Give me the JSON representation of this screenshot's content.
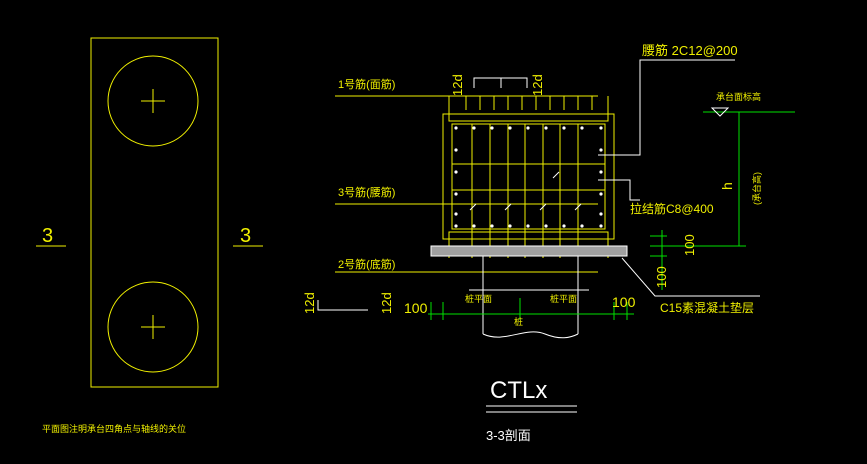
{
  "plan": {
    "section_mark_left": "3",
    "section_mark_right": "3",
    "note": "平面图注明承台四角点与轴线的关位"
  },
  "section": {
    "rebar_top_label": "1号筋(面筋)",
    "rebar_mid_label": "3号筋(腰筋)",
    "rebar_bottom_label": "2号筋(底筋)",
    "waist_rebar_label": "腰筋 2C12@200",
    "tie_bar_label": "拉结筋C8@400",
    "anchor_left": "12d",
    "anchor_right": "12d",
    "anchor_bottom_left": "12d",
    "anchor_bottom_right": "12d",
    "cover_left": "100",
    "cover_right": "100",
    "height_dim_upper": "100",
    "height_dim_lower": "100",
    "height_symbol": "h",
    "height_note": "(承台高)",
    "cap_top_level": "承台面标高",
    "pile_cut_left": "桩平面",
    "pile_cut_right": "桩平面",
    "pile_label": "桩",
    "cushion_label": "C15素混凝土垫层"
  },
  "title": {
    "name": "CTLx",
    "subtitle": "3-3剖面"
  },
  "colors": {
    "background": "#000000",
    "yellow": "#f0f000",
    "white": "#ffffff",
    "green": "#00e000",
    "grey": "#a0a0a0"
  }
}
